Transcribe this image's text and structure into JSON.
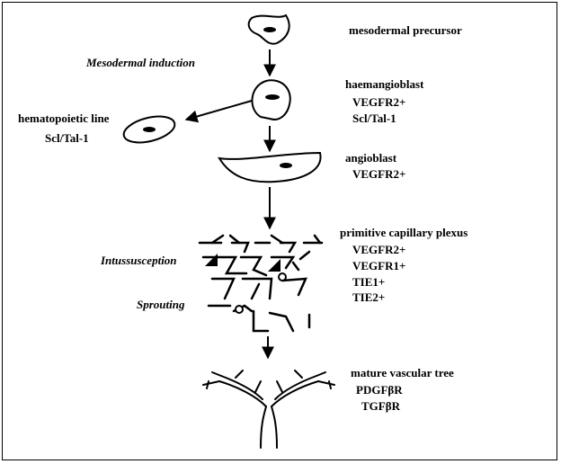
{
  "stages": {
    "mesodermal_precursor": "mesodermal precursor",
    "haemangioblast": {
      "title": "haemangioblast",
      "markers": [
        "VEGFR2+",
        "Scl/Tal-1"
      ]
    },
    "hematopoietic": {
      "title": "hematopoietic line",
      "marker": "Scl/Tal-1"
    },
    "angioblast": {
      "title": "angioblast",
      "marker": "VEGFR2+"
    },
    "primitive_plexus": {
      "title": "primitive capillary plexus",
      "markers": [
        "VEGFR2+",
        "VEGFR1+",
        "TIE1+",
        "TIE2+"
      ]
    },
    "mature_tree": {
      "title": "mature vascular tree",
      "markers": [
        "PDGFβR",
        "TGFβR"
      ]
    }
  },
  "processes": {
    "mesodermal_induction": "Mesodermal induction",
    "intussusception": "Intussusception",
    "sprouting": "Sprouting"
  }
}
